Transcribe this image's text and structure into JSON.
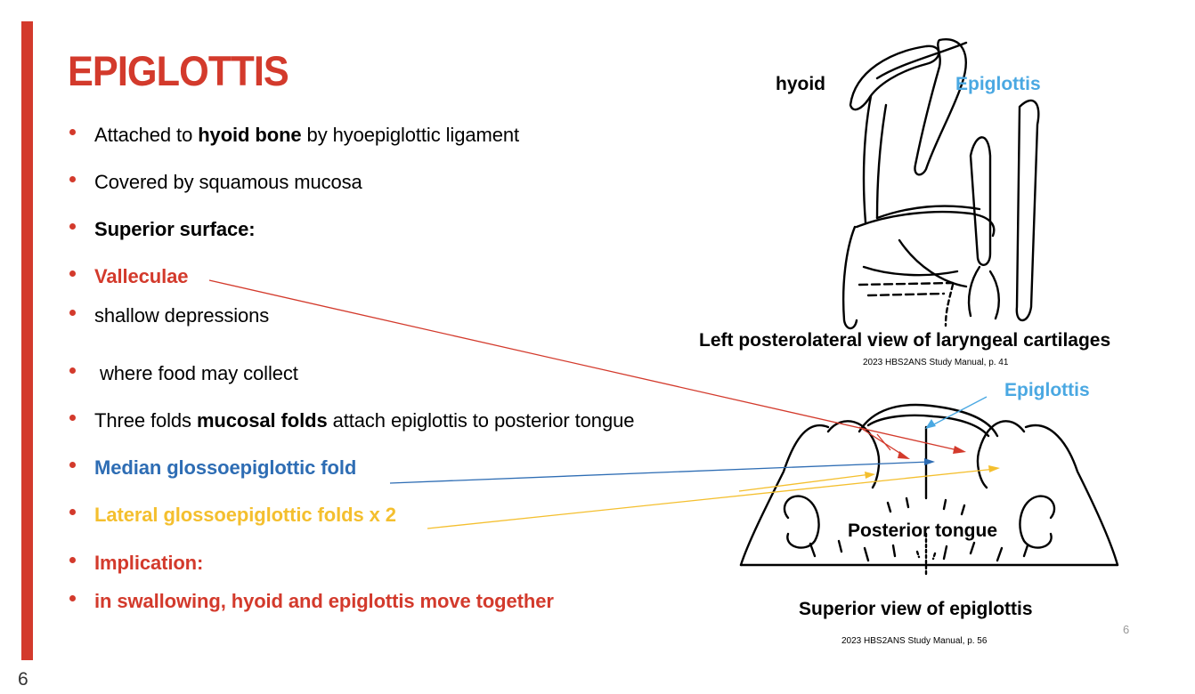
{
  "slide": {
    "title": "EPIGLOTTIS",
    "slide_number": "6",
    "inner_page_number": "6"
  },
  "bullets": [
    {
      "parts": [
        {
          "t": "Attached to ",
          "s": ""
        },
        {
          "t": "hyoid bone",
          "s": "bold"
        },
        {
          "t": " by hyoepiglottic ligament",
          "s": ""
        }
      ]
    },
    {
      "parts": [
        {
          "t": "Covered by squamous mucosa",
          "s": ""
        }
      ]
    },
    {
      "parts": [
        {
          "t": "Superior surface:",
          "s": "bold"
        }
      ]
    },
    {
      "parts": [
        {
          "t": "Valleculae",
          "s": "red"
        }
      ]
    },
    {
      "parts": [
        {
          "t": "shallow depressions",
          "s": ""
        }
      ]
    },
    {
      "parts": [
        {
          "t": " where food may collect",
          "s": ""
        }
      ]
    },
    {
      "parts": [
        {
          "t": "Three folds ",
          "s": ""
        },
        {
          "t": "mucosal folds",
          "s": "bold"
        },
        {
          "t": " attach epiglottis to posterior tongue",
          "s": ""
        }
      ]
    },
    {
      "parts": [
        {
          "t": "Median glossoepiglottic fold",
          "s": "blue"
        }
      ]
    },
    {
      "parts": [
        {
          "t": "Lateral glossoepiglottic folds x 2",
          "s": "yellow"
        }
      ]
    },
    {
      "parts": [
        {
          "t": "Implication:",
          "s": "red"
        }
      ]
    },
    {
      "parts": [
        {
          "t": "in swallowing, hyoid and epiglottis move together",
          "s": "red"
        }
      ]
    }
  ],
  "figure_top": {
    "label_hyoid": "hyoid",
    "label_epiglottis": "Epiglottis",
    "caption": "Left posterolateral view of laryngeal cartilages",
    "credit": "2023 HBS2ANS Study Manual, p. 41"
  },
  "figure_bottom": {
    "label_epiglottis": "Epiglottis",
    "label_tongue": "Posterior tongue",
    "caption": "Superior view of epiglottis",
    "credit": "2023 HBS2ANS Study Manual, p. 56"
  },
  "colors": {
    "accent_red": "#d33a2c",
    "label_blue": "#4aa8e2",
    "median_blue": "#2e6db4",
    "lateral_yellow": "#f4bf2e"
  }
}
